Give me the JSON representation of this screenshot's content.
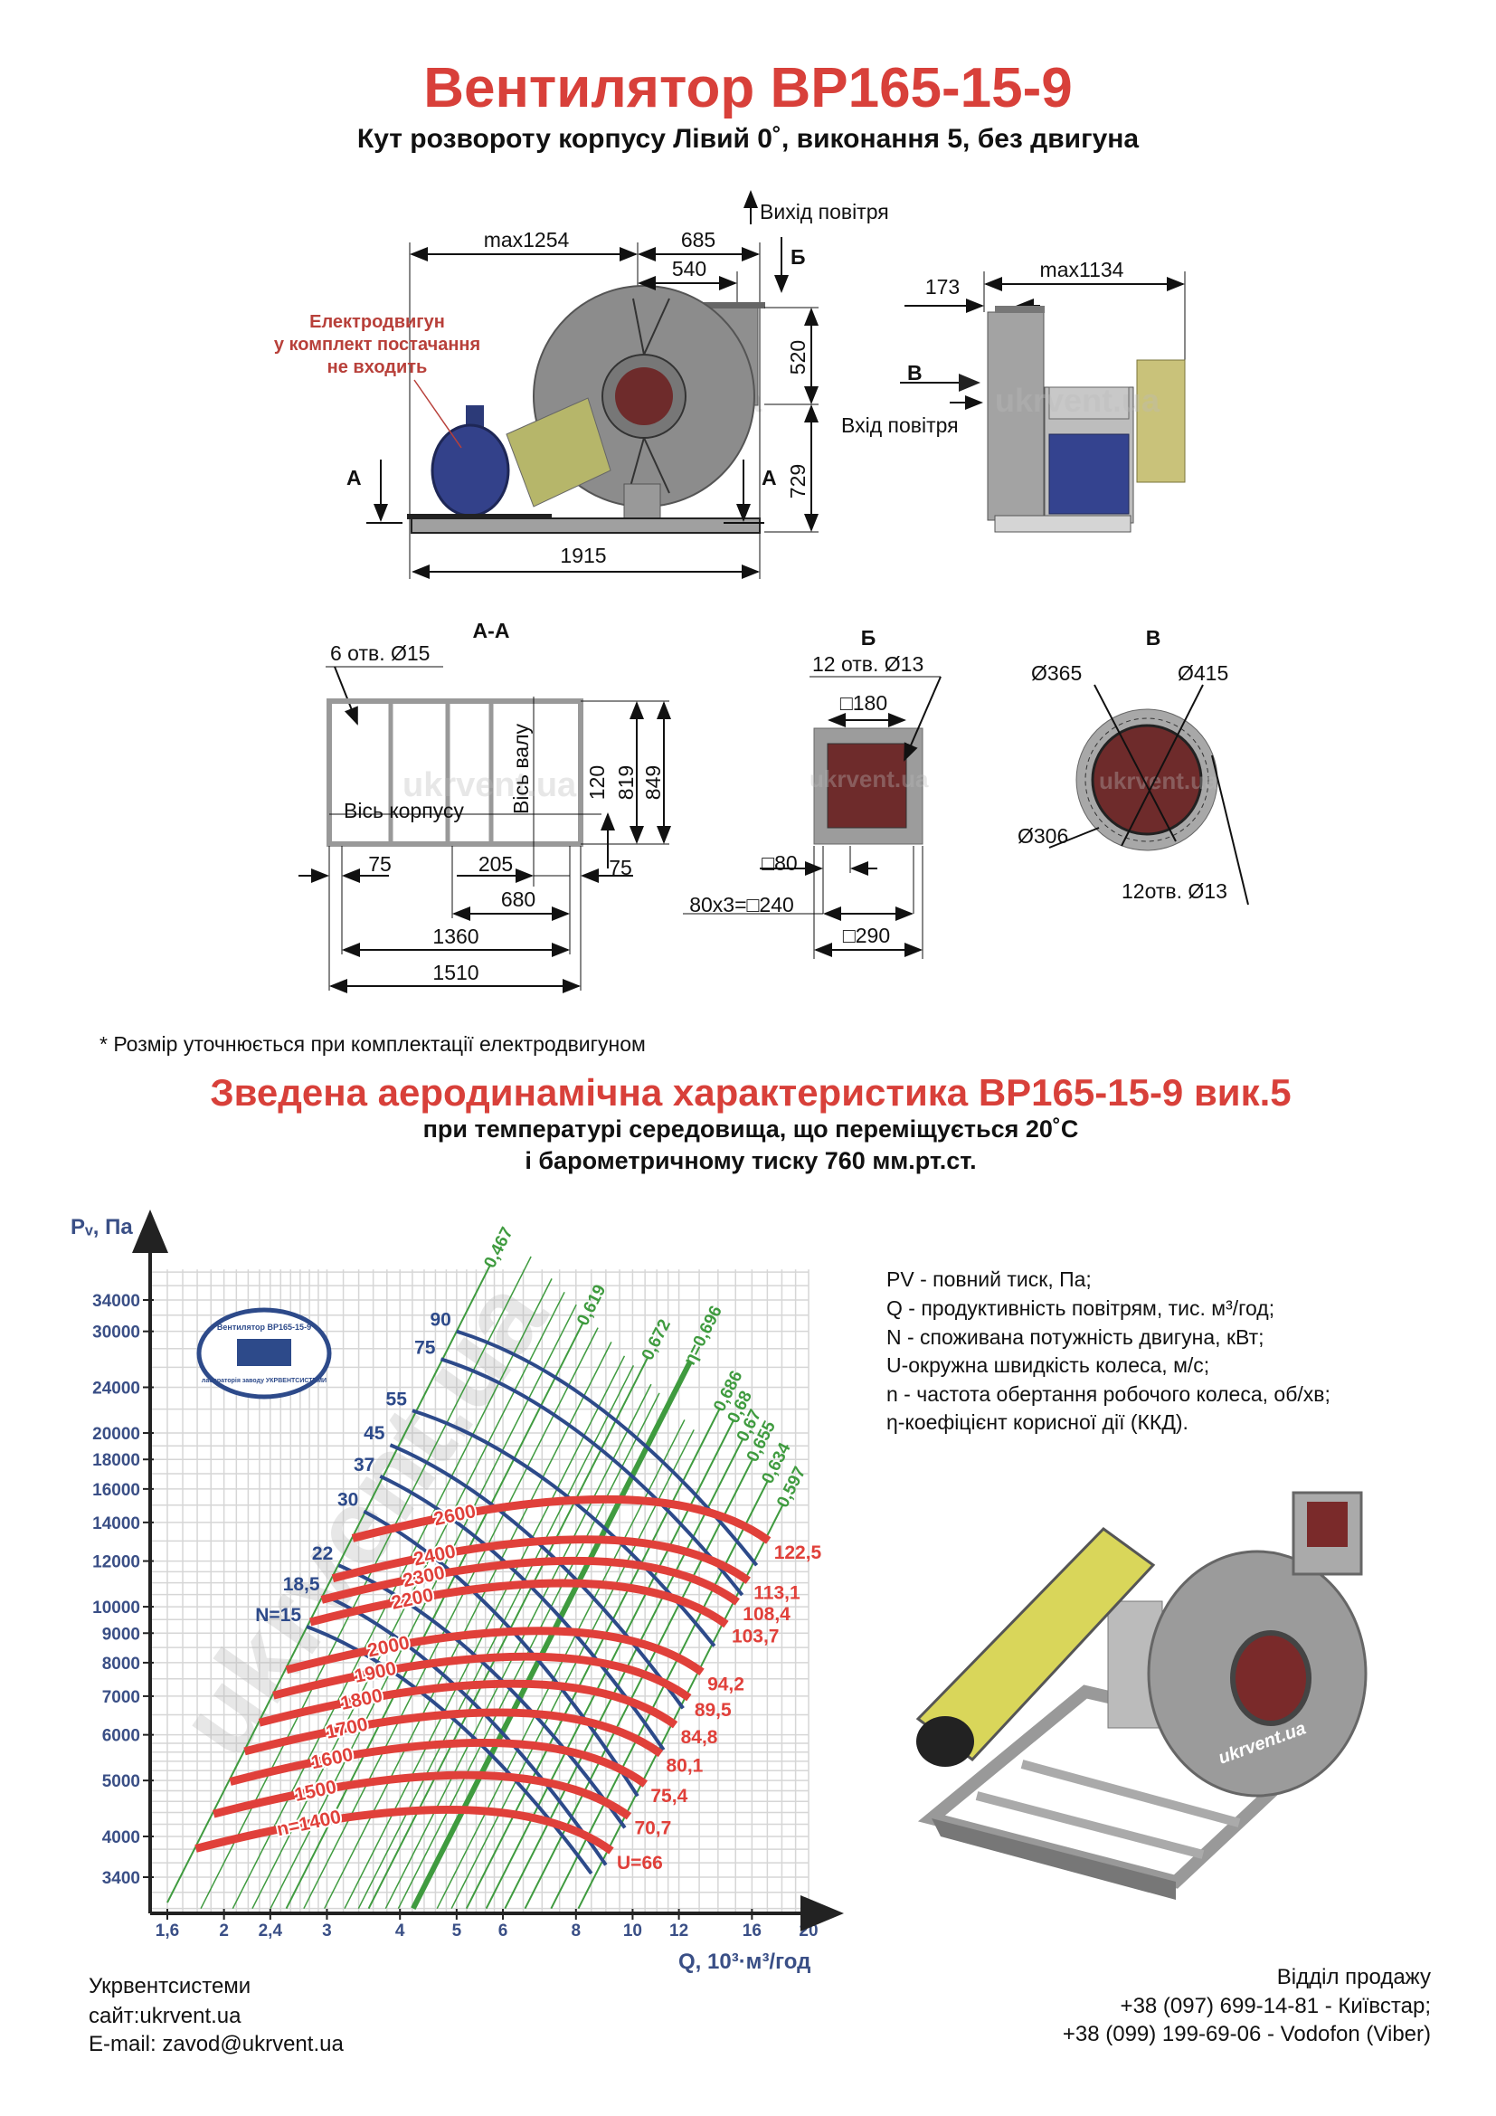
{
  "header": {
    "title": "Вентилятор ВР165-15-9",
    "subtitle": "Кут розвороту корпусу Лівий 0˚, виконання 5, без двигуна"
  },
  "drawing": {
    "side_view": {
      "dims": {
        "max1254": "max1254",
        "d685": "685",
        "d540": "540",
        "d520": "520",
        "d729": "729",
        "d1915": "1915"
      },
      "air_out": "Вихід повітря",
      "section_b_marker": "Б",
      "section_a_marker": "А",
      "motor_note": [
        "Електродвигун",
        "у комплект постачання",
        "не входить"
      ]
    },
    "front_view": {
      "dims": {
        "d173": "173",
        "max1134": "max1134"
      },
      "section_v_marker": "В",
      "air_in": "Вхід повітря"
    },
    "section_aa": {
      "title": "А-А",
      "holes": "6 отв. Ø15",
      "body_axis": "Вісь корпусу",
      "shaft_axis": "Вісь валу",
      "dims": {
        "d120": "120",
        "d819": "819",
        "d849": "849",
        "d75a": "75",
        "d205": "205",
        "d75b": "75",
        "d680": "680",
        "d1360": "1360",
        "d1510": "1510"
      }
    },
    "section_b": {
      "title": "Б",
      "holes": "12 отв. Ø13",
      "dims": {
        "d180": "□180",
        "d80": "□80",
        "d240": "80х3=□240",
        "d290": "□290"
      }
    },
    "section_v": {
      "title": "В",
      "dims": {
        "d365": "Ø365",
        "d415": "Ø415",
        "d306": "Ø306",
        "holes": "12отв. Ø13"
      }
    },
    "watermark": "ukrvent.ua"
  },
  "footnote": "* Розмір уточнюється при комплектації електродвигуном",
  "characteristic": {
    "title": "Зведена аеродинамічна характеристика ВР165-15-9 вик.5",
    "line1": "при температурі середовища, що переміщується 20˚С",
    "line2": "і барометричному тиску 760 мм.рт.ст."
  },
  "legend": [
    "PV - повний тиск, Па;",
    "Q - продуктивність повітрям, тис. м³/год;",
    "N - споживана потужність двигуна, кВт;",
    "U-окружна швидкість колеса, м/с;",
    "n - частота обертання робочого колеса, об/хв;",
    "η-коефіцієнт корисної дії (ККД)."
  ],
  "logo_stamp": {
    "top": "Вентилятор ВР165-15-9",
    "bottom": "лабораторія заводу УКРВЕНТСИСТЕМИ"
  },
  "illustration_watermark": "ukrvent.ua",
  "chart_data": {
    "type": "line",
    "scale": "log-log",
    "ylabel": "Pᵥ, Па",
    "xlabel": "Q, 10³·м³/год",
    "xlim": [
      1.6,
      20
    ],
    "ylim": [
      3000,
      38400
    ],
    "grid": true,
    "watermark": "ukrvent.ua",
    "x_ticks": [
      {
        "v": 1.6,
        "t": "1,6"
      },
      {
        "v": 2,
        "t": "2"
      },
      {
        "v": 2.4,
        "t": "2,4"
      },
      {
        "v": 3,
        "t": "3"
      },
      {
        "v": 4,
        "t": "4"
      },
      {
        "v": 5,
        "t": "5"
      },
      {
        "v": 6,
        "t": "6"
      },
      {
        "v": 8,
        "t": "8"
      },
      {
        "v": 10,
        "t": "10"
      },
      {
        "v": 12,
        "t": "12"
      },
      {
        "v": 16,
        "t": "16"
      },
      {
        "v": 20,
        "t": "20"
      }
    ],
    "y_ticks": [
      {
        "v": 3400,
        "t": "3400"
      },
      {
        "v": 4000,
        "t": "4000"
      },
      {
        "v": 5000,
        "t": "5000"
      },
      {
        "v": 6000,
        "t": "6000"
      },
      {
        "v": 7000,
        "t": "7000"
      },
      {
        "v": 8000,
        "t": "8000"
      },
      {
        "v": 9000,
        "t": "9000"
      },
      {
        "v": 10000,
        "t": "10000"
      },
      {
        "v": 12000,
        "t": "12000"
      },
      {
        "v": 14000,
        "t": "14000"
      },
      {
        "v": 16000,
        "t": "16000"
      },
      {
        "v": 18000,
        "t": "18000"
      },
      {
        "v": 20000,
        "t": "20000"
      },
      {
        "v": 24000,
        "t": "24000"
      },
      {
        "v": 30000,
        "t": "30000"
      },
      {
        "v": 34000,
        "t": "34000"
      }
    ],
    "speed_curves": [
      {
        "n_label": "n=1400",
        "u_label": "U=66",
        "pts": [
          [
            1.79,
            3810
          ],
          [
            4.9,
            4450
          ],
          [
            9.2,
            3775
          ]
        ]
      },
      {
        "n_label": "1500",
        "u_label": "70,7",
        "pts": [
          [
            1.92,
            4374
          ],
          [
            5.25,
            5109
          ],
          [
            9.86,
            4334
          ]
        ]
      },
      {
        "n_label": "1600",
        "u_label": "75,4",
        "pts": [
          [
            2.05,
            4976
          ],
          [
            5.6,
            5812
          ],
          [
            10.51,
            4930
          ]
        ]
      },
      {
        "n_label": "1700",
        "u_label": "80,1",
        "pts": [
          [
            2.17,
            5616
          ],
          [
            5.95,
            6559
          ],
          [
            11.17,
            5564
          ]
        ]
      },
      {
        "n_label": "1800",
        "u_label": "84,8",
        "pts": [
          [
            2.3,
            6298
          ],
          [
            6.3,
            7356
          ],
          [
            11.83,
            6240
          ]
        ]
      },
      {
        "n_label": "1900",
        "u_label": "89,5",
        "pts": [
          [
            2.43,
            7018
          ],
          [
            6.65,
            8197
          ],
          [
            12.49,
            6953
          ]
        ]
      },
      {
        "n_label": "2000",
        "u_label": "94,2",
        "pts": [
          [
            2.56,
            7776
          ],
          [
            7.0,
            9082
          ],
          [
            13.14,
            7705
          ]
        ]
      },
      {
        "n_label": "2200",
        "u_label": "103,7",
        "pts": [
          [
            2.81,
            9407
          ],
          [
            7.7,
            10987
          ],
          [
            14.46,
            9321
          ]
        ]
      },
      {
        "n_label": "2300",
        "u_label": "108,4",
        "pts": [
          [
            2.94,
            10283
          ],
          [
            8.05,
            12011
          ],
          [
            15.11,
            10189
          ]
        ]
      },
      {
        "n_label": "2400",
        "u_label": "113,1",
        "pts": [
          [
            3.07,
            11198
          ],
          [
            8.4,
            13079
          ],
          [
            15.77,
            11095
          ]
        ]
      },
      {
        "n_label": "2600",
        "u_label": "122,5",
        "pts": [
          [
            3.32,
            13141
          ],
          [
            9.1,
            15348
          ],
          [
            17.08,
            13020
          ]
        ]
      }
    ],
    "power_curves": [
      {
        "label": "N=15",
        "pts": [
          [
            2.77,
            9240
          ],
          [
            4.85,
            6493
          ],
          [
            8.5,
            3450
          ]
        ]
      },
      {
        "label": "18,5",
        "pts": [
          [
            2.98,
            10450
          ],
          [
            5.18,
            7024
          ],
          [
            9.0,
            3570
          ]
        ]
      },
      {
        "label": "22",
        "pts": [
          [
            3.14,
            11800
          ],
          [
            5.52,
            8038
          ],
          [
            9.7,
            4140
          ]
        ]
      },
      {
        "label": "30",
        "pts": [
          [
            3.47,
            14630
          ],
          [
            5.95,
            9536
          ],
          [
            10.2,
            4700
          ]
        ]
      },
      {
        "label": "37",
        "pts": [
          [
            3.7,
            16830
          ],
          [
            6.47,
            11214
          ],
          [
            11.3,
            5650
          ]
        ]
      },
      {
        "label": "45",
        "pts": [
          [
            3.85,
            19070
          ],
          [
            6.85,
            12970
          ],
          [
            12.2,
            6670
          ]
        ]
      },
      {
        "label": "55",
        "pts": [
          [
            4.2,
            21870
          ],
          [
            7.61,
            15725
          ],
          [
            13.8,
            8550
          ]
        ]
      },
      {
        "label": "75",
        "pts": [
          [
            4.7,
            26860
          ],
          [
            8.51,
            19290
          ],
          [
            15.4,
            10480
          ]
        ]
      },
      {
        "label": "90",
        "pts": [
          [
            5.0,
            30000
          ],
          [
            9.03,
            21640
          ],
          [
            16.3,
            11800
          ]
        ]
      }
    ],
    "efficiency_lines": [
      {
        "label": "0,467",
        "c": 1200,
        "top": 39000
      },
      {
        "label": "0,619",
        "c": 459,
        "top": 31000
      },
      {
        "label": "0,672",
        "c": 240,
        "top": 27000
      },
      {
        "label": "η=0,696",
        "c": 169,
        "top": 26500,
        "bold": true
      },
      {
        "label": "0,686",
        "c": 111,
        "top": 22000
      },
      {
        "label": "0,68",
        "c": 95,
        "top": 21000
      },
      {
        "label": "0,67",
        "c": 82,
        "top": 19500
      },
      {
        "label": "0,655",
        "c": 70,
        "top": 18000
      },
      {
        "label": "0,634",
        "c": 57,
        "top": 16500
      },
      {
        "label": "0,597",
        "c": 46,
        "top": 15000
      }
    ],
    "unlabeled_efficiency_c": [
      900,
      700,
      600,
      520,
      400,
      340,
      290,
      260,
      210,
      190,
      140,
      125
    ],
    "colors": {
      "speed": "#e0403a",
      "power": "#2d4a8a",
      "efficiency": "#3f9b3f",
      "axis": "#3a4f86"
    }
  },
  "footer": {
    "company": "Укрвентсистеми",
    "site": "сайт:ukrvent.ua",
    "email": "E-mail: zavod@ukrvent.ua",
    "sales_title": "Відділ продажу",
    "phone1": "+38 (097) 699-14-81 - Київстар;",
    "phone2": "+38 (099) 199-69-06 - Vodofon (Viber)"
  }
}
